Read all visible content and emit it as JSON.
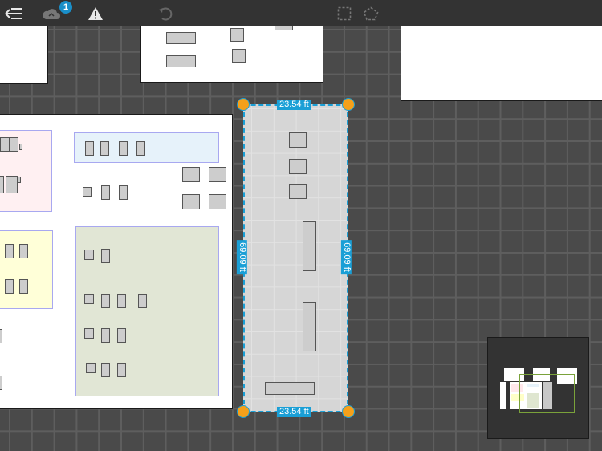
{
  "toolbar": {
    "menu_icon": "back-menu-icon",
    "cloud_icon": "cloud-sync-icon",
    "cloud_badge_count": "1",
    "warning_icon": "warning-icon",
    "undo_icon": "undo-icon",
    "rect_select_icon": "rectangle-select-icon",
    "polygon_select_icon": "polygon-select-icon"
  },
  "selection": {
    "top_width": "23.54 ft",
    "bottom_width": "23.54 ft",
    "left_height": "69.09 ft",
    "right_height": "69.09 ft"
  },
  "colors": {
    "accent": "#1a9fd6",
    "handle": "#f5a01a",
    "background": "#4a4a4a",
    "toolbar": "#333333",
    "zone_pink": "#fff0f2",
    "zone_blue": "#e6f2fa",
    "zone_yellow": "#ffffd8",
    "zone_green": "#e1e6d5"
  },
  "minimap": {
    "label": "overview-minimap"
  }
}
